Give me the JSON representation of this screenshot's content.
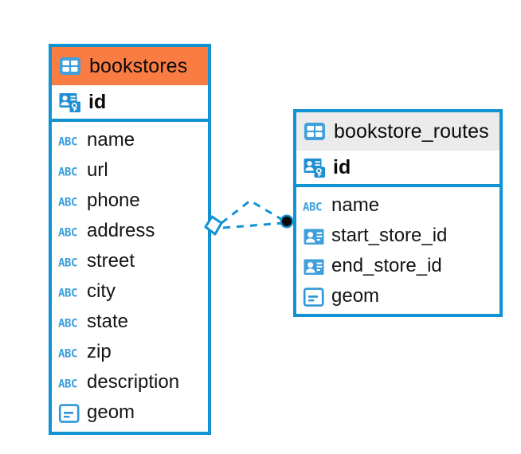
{
  "diagram": {
    "type": "entity-relationship-diagram",
    "background": "#ffffff",
    "accent_color": "#1192D3",
    "highlight_color": "#F97C42",
    "neutral_header_color": "#EBEBEB"
  },
  "tables": [
    {
      "name": "bookstores",
      "header_style": "accent",
      "header_icon": "table-icon",
      "primary_key": {
        "label": "id",
        "icon": "primary-key-icon"
      },
      "columns": [
        {
          "label": "name",
          "icon": "text-type-icon"
        },
        {
          "label": "url",
          "icon": "text-type-icon"
        },
        {
          "label": "phone",
          "icon": "text-type-icon"
        },
        {
          "label": "address",
          "icon": "text-type-icon"
        },
        {
          "label": "street",
          "icon": "text-type-icon"
        },
        {
          "label": "city",
          "icon": "text-type-icon"
        },
        {
          "label": "state",
          "icon": "text-type-icon"
        },
        {
          "label": "zip",
          "icon": "text-type-icon"
        },
        {
          "label": "description",
          "icon": "text-type-icon"
        },
        {
          "label": "geom",
          "icon": "geometry-type-icon"
        }
      ]
    },
    {
      "name": "bookstore_routes",
      "header_style": "neutral",
      "header_icon": "table-icon",
      "primary_key": {
        "label": "id",
        "icon": "primary-key-icon"
      },
      "columns": [
        {
          "label": "name",
          "icon": "text-type-icon"
        },
        {
          "label": "start_store_id",
          "icon": "foreign-key-icon"
        },
        {
          "label": "end_store_id",
          "icon": "foreign-key-icon"
        },
        {
          "label": "geom",
          "icon": "geometry-type-icon"
        }
      ]
    }
  ],
  "relationship": {
    "name": "bookstores-to-bookstore-routes",
    "line_style": "dashed",
    "color": "#1192D3",
    "source_marker": "diamond-open-marker",
    "target_marker": "filled-circle-marker"
  },
  "icon_glyphs": {
    "text_type": "ABC"
  }
}
